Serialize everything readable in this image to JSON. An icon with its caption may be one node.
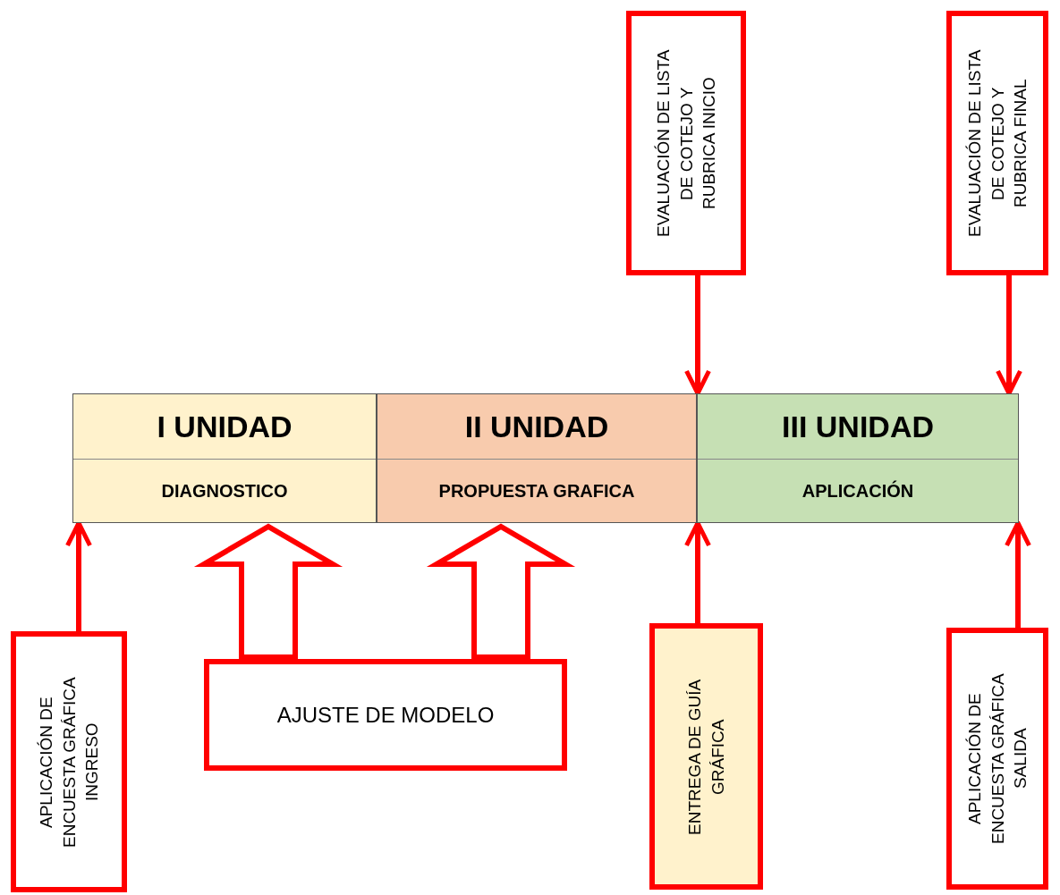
{
  "diagram": {
    "nodes": [
      {
        "text": [
          "EVALUACIÓN DE LISTA DE COTEJO Y RUBRICA INICIO"
        ]
      },
      {
        "text": [
          "EVALUACIÓN DE LISTA DE COTEJO Y RUBRICA FINAL"
        ]
      },
      {
        "text": [
          "I UNIDAD",
          "DIAGNOSTICO"
        ]
      },
      {
        "text": [
          "II UNIDAD",
          "PROPUESTA GRAFICA"
        ]
      },
      {
        "text": [
          "III UNIDAD",
          "APLICACIÓN"
        ]
      },
      {
        "text": [
          "APLICACIÓN DE ENCUESTA GRÁFICA INGRESO"
        ]
      },
      {
        "text": [
          "AJUSTE DE MODELO"
        ]
      },
      {
        "text": [
          "ENTREGA DE GUÍA GRÁFICA"
        ]
      },
      {
        "text": [
          "APLICACIÓN DE ENCUESTA GRÁFICA SALIDA"
        ]
      }
    ],
    "edges": [
      {
        "from": 0,
        "to": 4,
        "arrow": "to"
      },
      {
        "from": 1,
        "to": 4,
        "arrow": "to"
      },
      {
        "from": 5,
        "to": 2,
        "arrow": "to"
      },
      {
        "from": 6,
        "to": 2,
        "arrow": "to",
        "style": "thick"
      },
      {
        "from": 6,
        "to": 3,
        "arrow": "to",
        "style": "thick"
      },
      {
        "from": 7,
        "to": 4,
        "arrow": "to"
      },
      {
        "from": 8,
        "to": 4,
        "arrow": "to"
      }
    ]
  }
}
